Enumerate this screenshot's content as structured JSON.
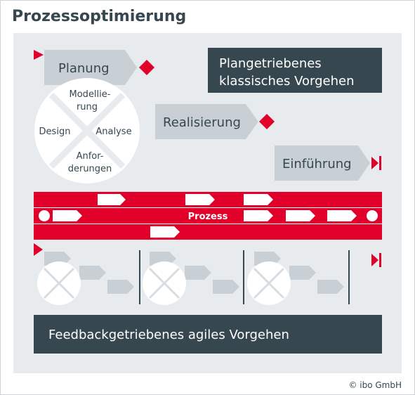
{
  "title": "Prozessoptimierung",
  "credit": "© ibo GmbH",
  "classic": {
    "heading_line1": "Plangetriebenes",
    "heading_line2": "klassisches Vorgehen",
    "phases": [
      "Planung",
      "Realisierung",
      "Einführung"
    ],
    "cycle": {
      "top_line1": "Modellie-",
      "top_line2": "rung",
      "left": "Design",
      "right": "Analyse",
      "bottom_line1": "Anfor-",
      "bottom_line2": "derungen"
    }
  },
  "process_band": {
    "label": "Prozess"
  },
  "agile": {
    "heading": "Feedbackgetriebenes agiles Vorgehen"
  },
  "colors": {
    "dark": "#36474f",
    "red": "#e0002a",
    "gray_shape": "#c8d0d5",
    "panel": "#e8ebed"
  }
}
